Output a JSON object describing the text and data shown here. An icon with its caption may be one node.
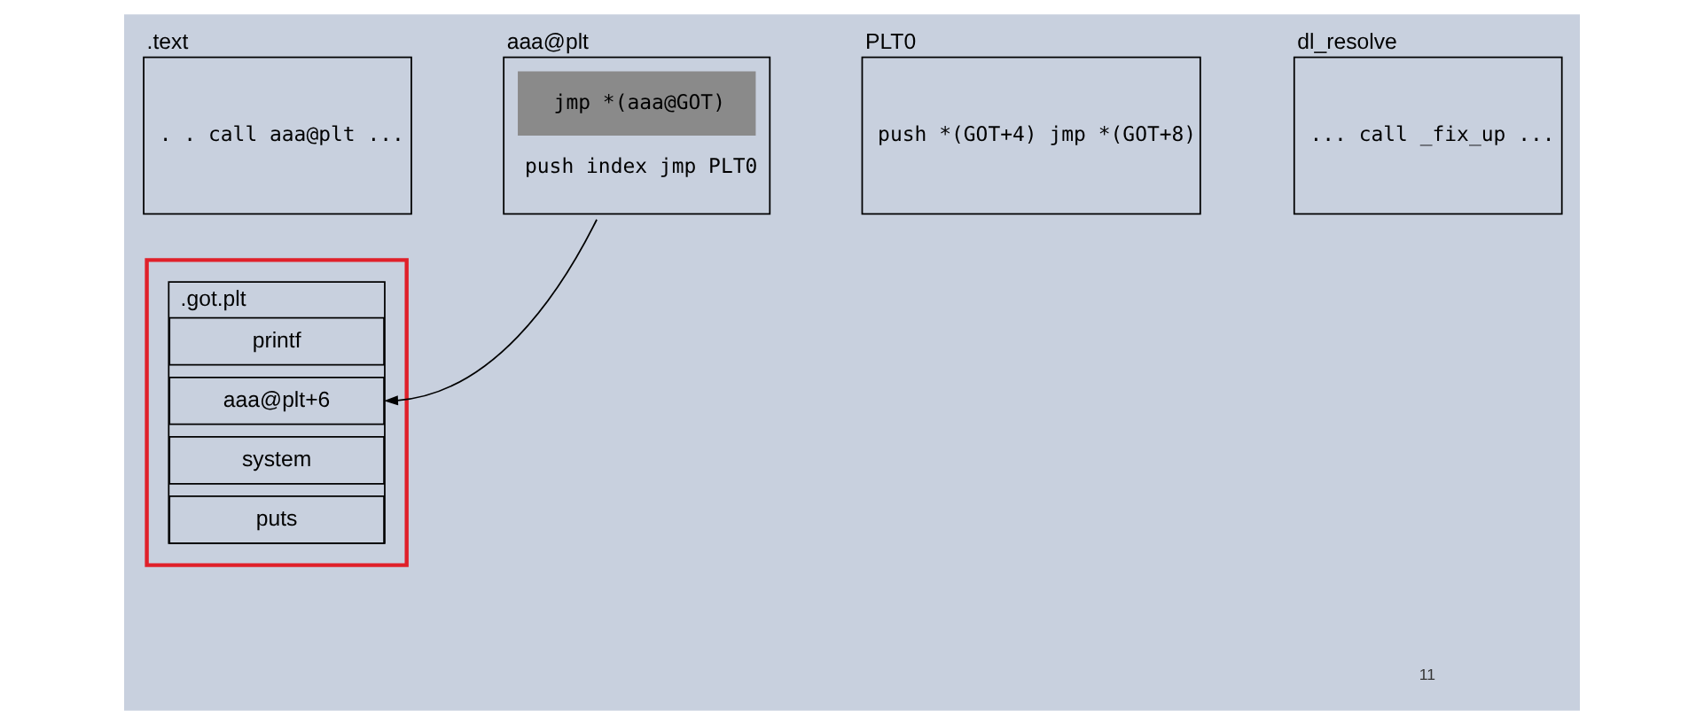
{
  "diagram": {
    "nodes": [
      {
        "text": [
          ".text",
          ". . call aaa@plt ..."
        ]
      },
      {
        "text": [
          "aaa@plt",
          "jmp *(aaa@GOT)",
          "push index jmp PLT0"
        ]
      },
      {
        "text": [
          "PLT0",
          "push *(GOT+4) jmp *(GOT+8)"
        ]
      },
      {
        "text": [
          "dl_resolve",
          "... call _fix_up ..."
        ]
      },
      {
        "text": [],
        "shape": "box"
      },
      {
        "text": [
          ".got.plt"
        ],
        "in": 4
      },
      {
        "text": [
          "printf"
        ],
        "in": 5
      },
      {
        "text": [
          "aaa@plt+6"
        ],
        "in": 5
      },
      {
        "text": [
          "system"
        ],
        "in": 5
      },
      {
        "text": [
          "puts"
        ],
        "in": 5
      }
    ],
    "edges": [
      {
        "from": 1,
        "to": 7,
        "arrow": "to"
      }
    ],
    "labels": [
      "11"
    ]
  }
}
